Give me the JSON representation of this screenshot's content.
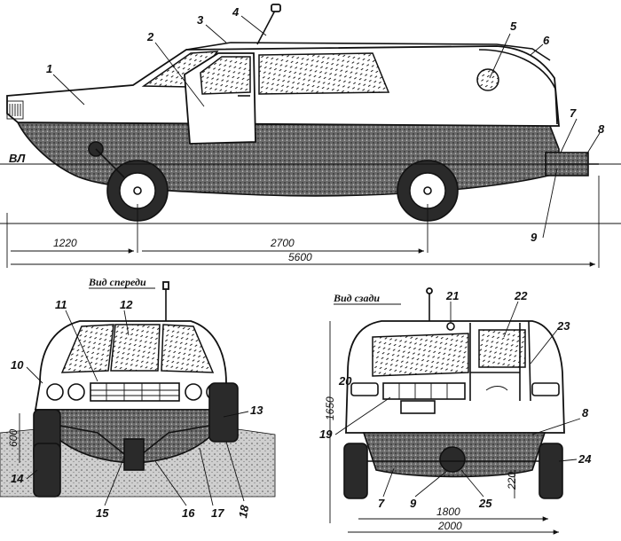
{
  "side_view": {
    "waterline_label": "ВЛ",
    "dim_front_overhang": "1220",
    "dim_wheelbase": "2700",
    "dim_length": "5600",
    "callouts": [
      "1",
      "2",
      "3",
      "4",
      "5",
      "6",
      "7",
      "8",
      "9"
    ]
  },
  "front_view": {
    "caption": "Вид спереди",
    "dim_height": "600",
    "callouts": [
      "10",
      "11",
      "12",
      "13",
      "14",
      "15",
      "16",
      "17",
      "18"
    ]
  },
  "rear_view": {
    "caption": "Вид сзади",
    "dim_total_height": "1650",
    "dim_clearance": "220",
    "dim_track": "1800",
    "dim_width": "2000",
    "callouts": [
      "21",
      "22",
      "23",
      "20",
      "19",
      "8",
      "24",
      "7",
      "9",
      "25"
    ]
  }
}
